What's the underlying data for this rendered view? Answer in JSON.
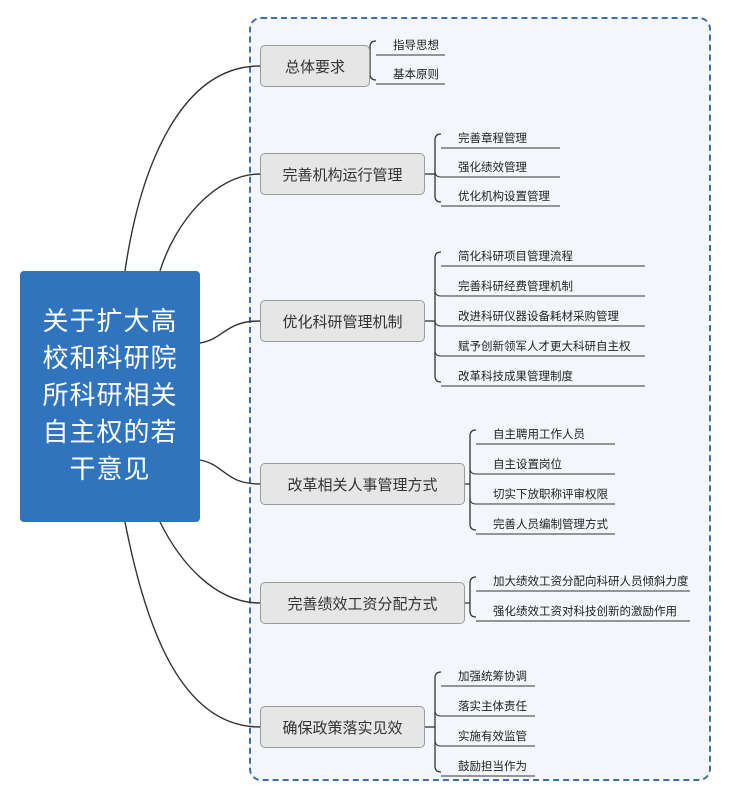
{
  "root": {
    "label": "关于扩大高校和科研院所科研相关自主权的若干意见"
  },
  "branches": [
    {
      "label": "总体要求",
      "children": [
        "指导思想",
        "基本原则"
      ]
    },
    {
      "label": "完善机构运行管理",
      "children": [
        "完善章程管理",
        "强化绩效管理",
        "优化机构设置管理"
      ]
    },
    {
      "label": "优化科研管理机制",
      "children": [
        "简化科研项目管理流程",
        "完善科研经费管理机制",
        "改进科研仪器设备耗材采购管理",
        "赋予创新领军人才更大科研自主权",
        "改革科技成果管理制度"
      ]
    },
    {
      "label": "改革相关人事管理方式",
      "children": [
        "自主聘用工作人员",
        "自主设置岗位",
        "切实下放职称评审权限",
        "完善人员编制管理方式"
      ]
    },
    {
      "label": "完善绩效工资分配方式",
      "children": [
        "加大绩效工资分配向科研人员倾斜力度",
        "强化绩效工资对科技创新的激励作用"
      ]
    },
    {
      "label": "确保政策落实见效",
      "children": [
        "加强统筹协调",
        "落实主体责任",
        "实施有效监管",
        "鼓励担当作为"
      ]
    }
  ],
  "colors": {
    "root_fill": "#2f74bd",
    "branch_fill": "#e6e6e6",
    "frame_border": "#3f6fa6",
    "frame_fill": "#f3f7fb",
    "connector": "#333333"
  }
}
